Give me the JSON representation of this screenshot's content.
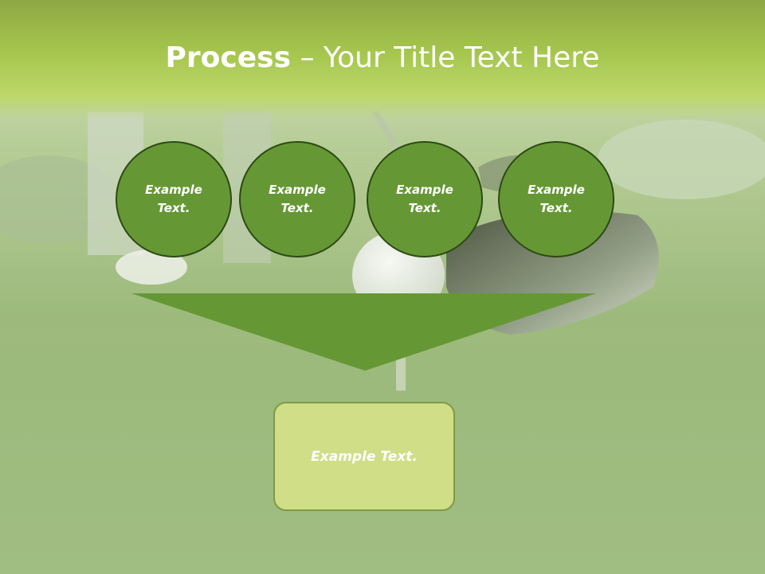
{
  "title": {
    "bold": "Process",
    "rest": " – Your Title Text Here"
  },
  "steps": [
    {
      "label": "Example Text."
    },
    {
      "label": "Example Text."
    },
    {
      "label": "Example Text."
    },
    {
      "label": "Example Text."
    }
  ],
  "result": {
    "label": "Example Text."
  },
  "colors": {
    "circle_fill": "#659834",
    "circle_border": "#2c4a14",
    "funnel_fill": "#659834",
    "result_fill": "#cfde87",
    "result_border": "#7f9a45",
    "title_band": "#a6c64e"
  }
}
